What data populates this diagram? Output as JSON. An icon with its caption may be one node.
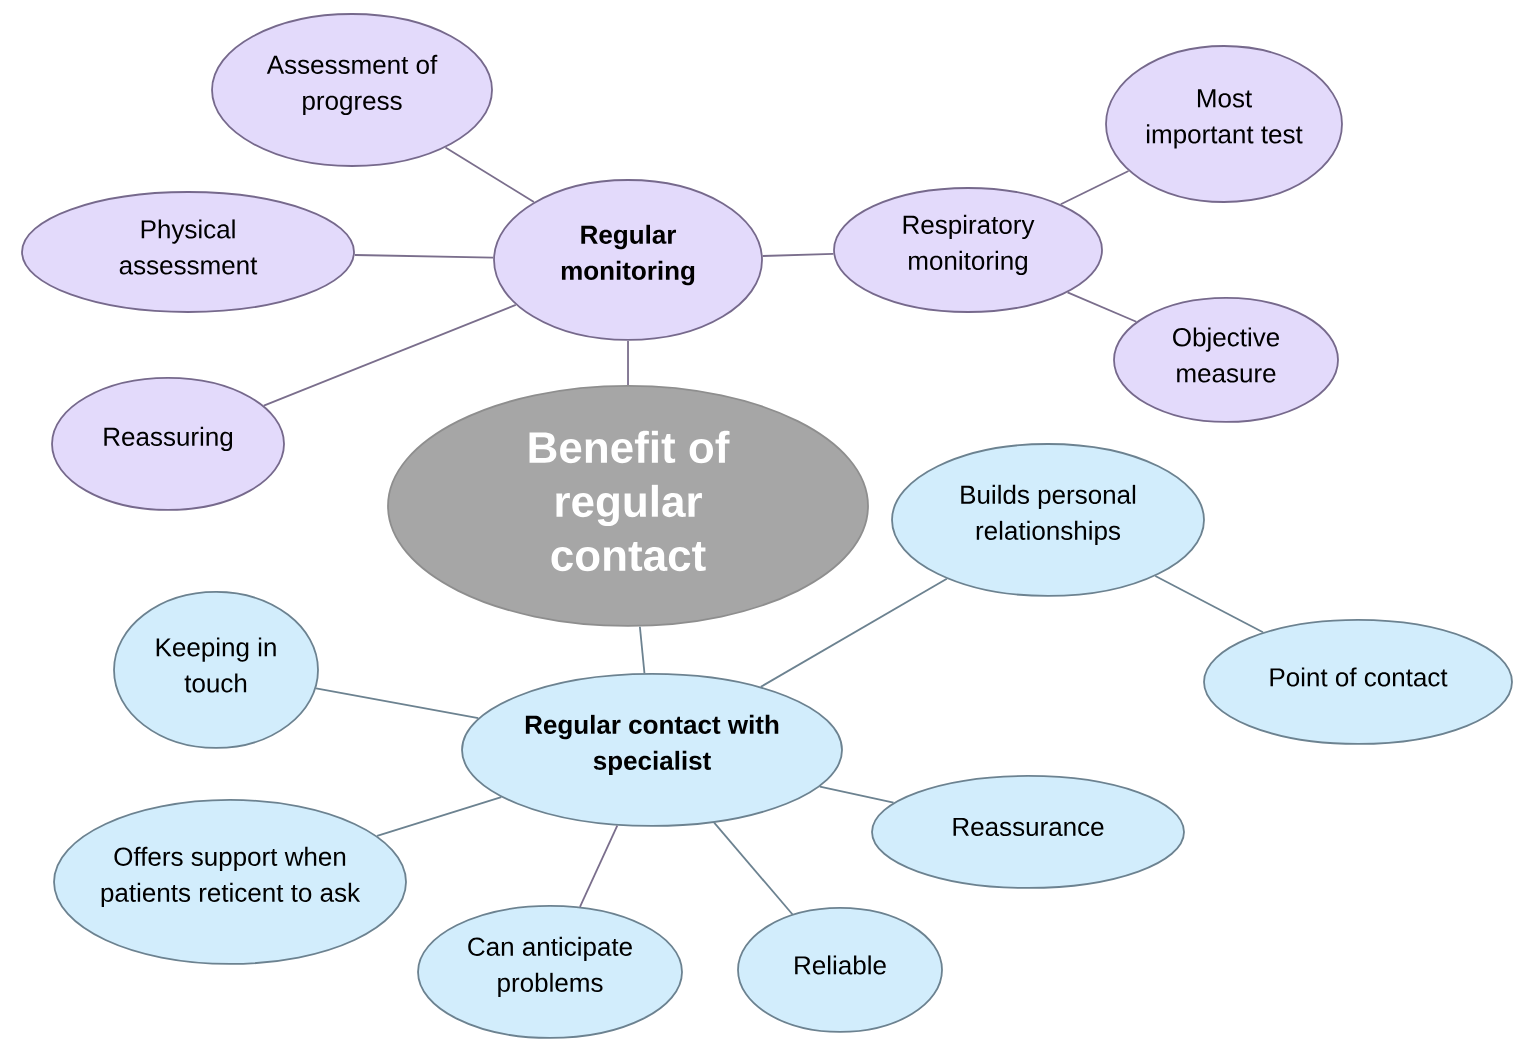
{
  "diagram": {
    "nodes": [
      {
        "text": [
          "Benefit of regular contact"
        ]
      },
      {
        "text": [
          "Regular monitoring"
        ]
      },
      {
        "text": [
          "Assessment of progress"
        ]
      },
      {
        "text": [
          "Physical assessment"
        ]
      },
      {
        "text": [
          "Reassuring"
        ]
      },
      {
        "text": [
          "Respiratory monitoring"
        ]
      },
      {
        "text": [
          "Most important test"
        ]
      },
      {
        "text": [
          "Objective measure"
        ]
      },
      {
        "text": [
          "Regular contact with specialist"
        ]
      },
      {
        "text": [
          "Builds personal relationships"
        ]
      },
      {
        "text": [
          "Point of contact"
        ]
      },
      {
        "text": [
          "Keeping in touch"
        ]
      },
      {
        "text": [
          "Offers support when patients reticent to ask"
        ]
      },
      {
        "text": [
          "Reassurance"
        ]
      },
      {
        "text": [
          "Can anticipate problems"
        ]
      },
      {
        "text": [
          "Reliable"
        ]
      }
    ],
    "edges": [
      {
        "from": 0,
        "to": 1,
        "arrow": "none",
        "color": "#7a6e8c"
      },
      {
        "from": 1,
        "to": 2,
        "arrow": "none",
        "color": "#7a6e8c"
      },
      {
        "from": 1,
        "to": 3,
        "arrow": "none",
        "color": "#7a6e8c"
      },
      {
        "from": 1,
        "to": 4,
        "arrow": "none",
        "color": "#7a6e8c"
      },
      {
        "from": 1,
        "to": 5,
        "arrow": "none",
        "color": "#7a6e8c"
      },
      {
        "from": 5,
        "to": 6,
        "arrow": "none",
        "color": "#7a6e8c"
      },
      {
        "from": 5,
        "to": 7,
        "arrow": "none",
        "color": "#7a6e8c"
      },
      {
        "from": 0,
        "to": 8,
        "arrow": "none"
      },
      {
        "from": 8,
        "to": 9,
        "arrow": "none"
      },
      {
        "from": 9,
        "to": 10,
        "arrow": "none"
      },
      {
        "from": 8,
        "to": 11,
        "arrow": "none"
      },
      {
        "from": 8,
        "to": 12,
        "arrow": "none"
      },
      {
        "from": 8,
        "to": 13,
        "arrow": "none"
      },
      {
        "from": 8,
        "to": 14,
        "arrow": "none",
        "color": "#7a6e8c"
      },
      {
        "from": 8,
        "to": 15,
        "arrow": "none"
      }
    ]
  }
}
